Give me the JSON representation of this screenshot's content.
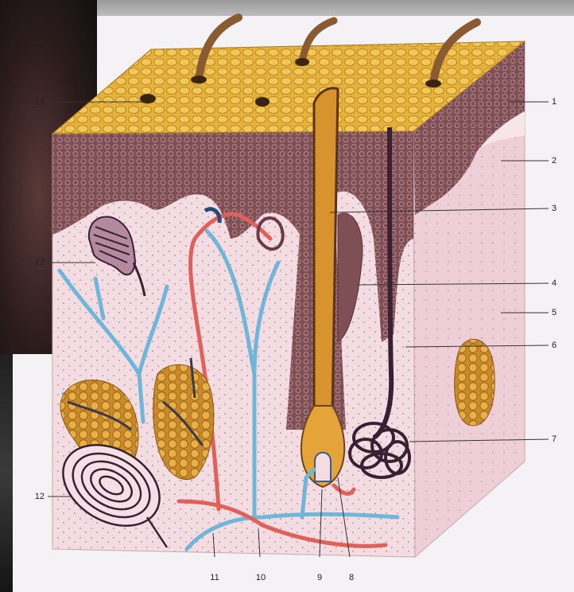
{
  "labels": {
    "l1": "1",
    "l2": "2",
    "l3": "3",
    "l4": "4",
    "l5": "5",
    "l6": "6",
    "l7": "7",
    "l8": "8",
    "l9": "9",
    "l10": "10",
    "l11": "11",
    "l12a": "12",
    "l12b": "12",
    "l13": "13"
  },
  "colors": {
    "epidermis_top": "#e6b23a",
    "epidermis": "#8a5a5a",
    "dermis": "#f3dde3",
    "vein": "#6fb6d9",
    "artery": "#e0605a",
    "hair": "#c8842a",
    "nerve": "#3a2a3a"
  }
}
